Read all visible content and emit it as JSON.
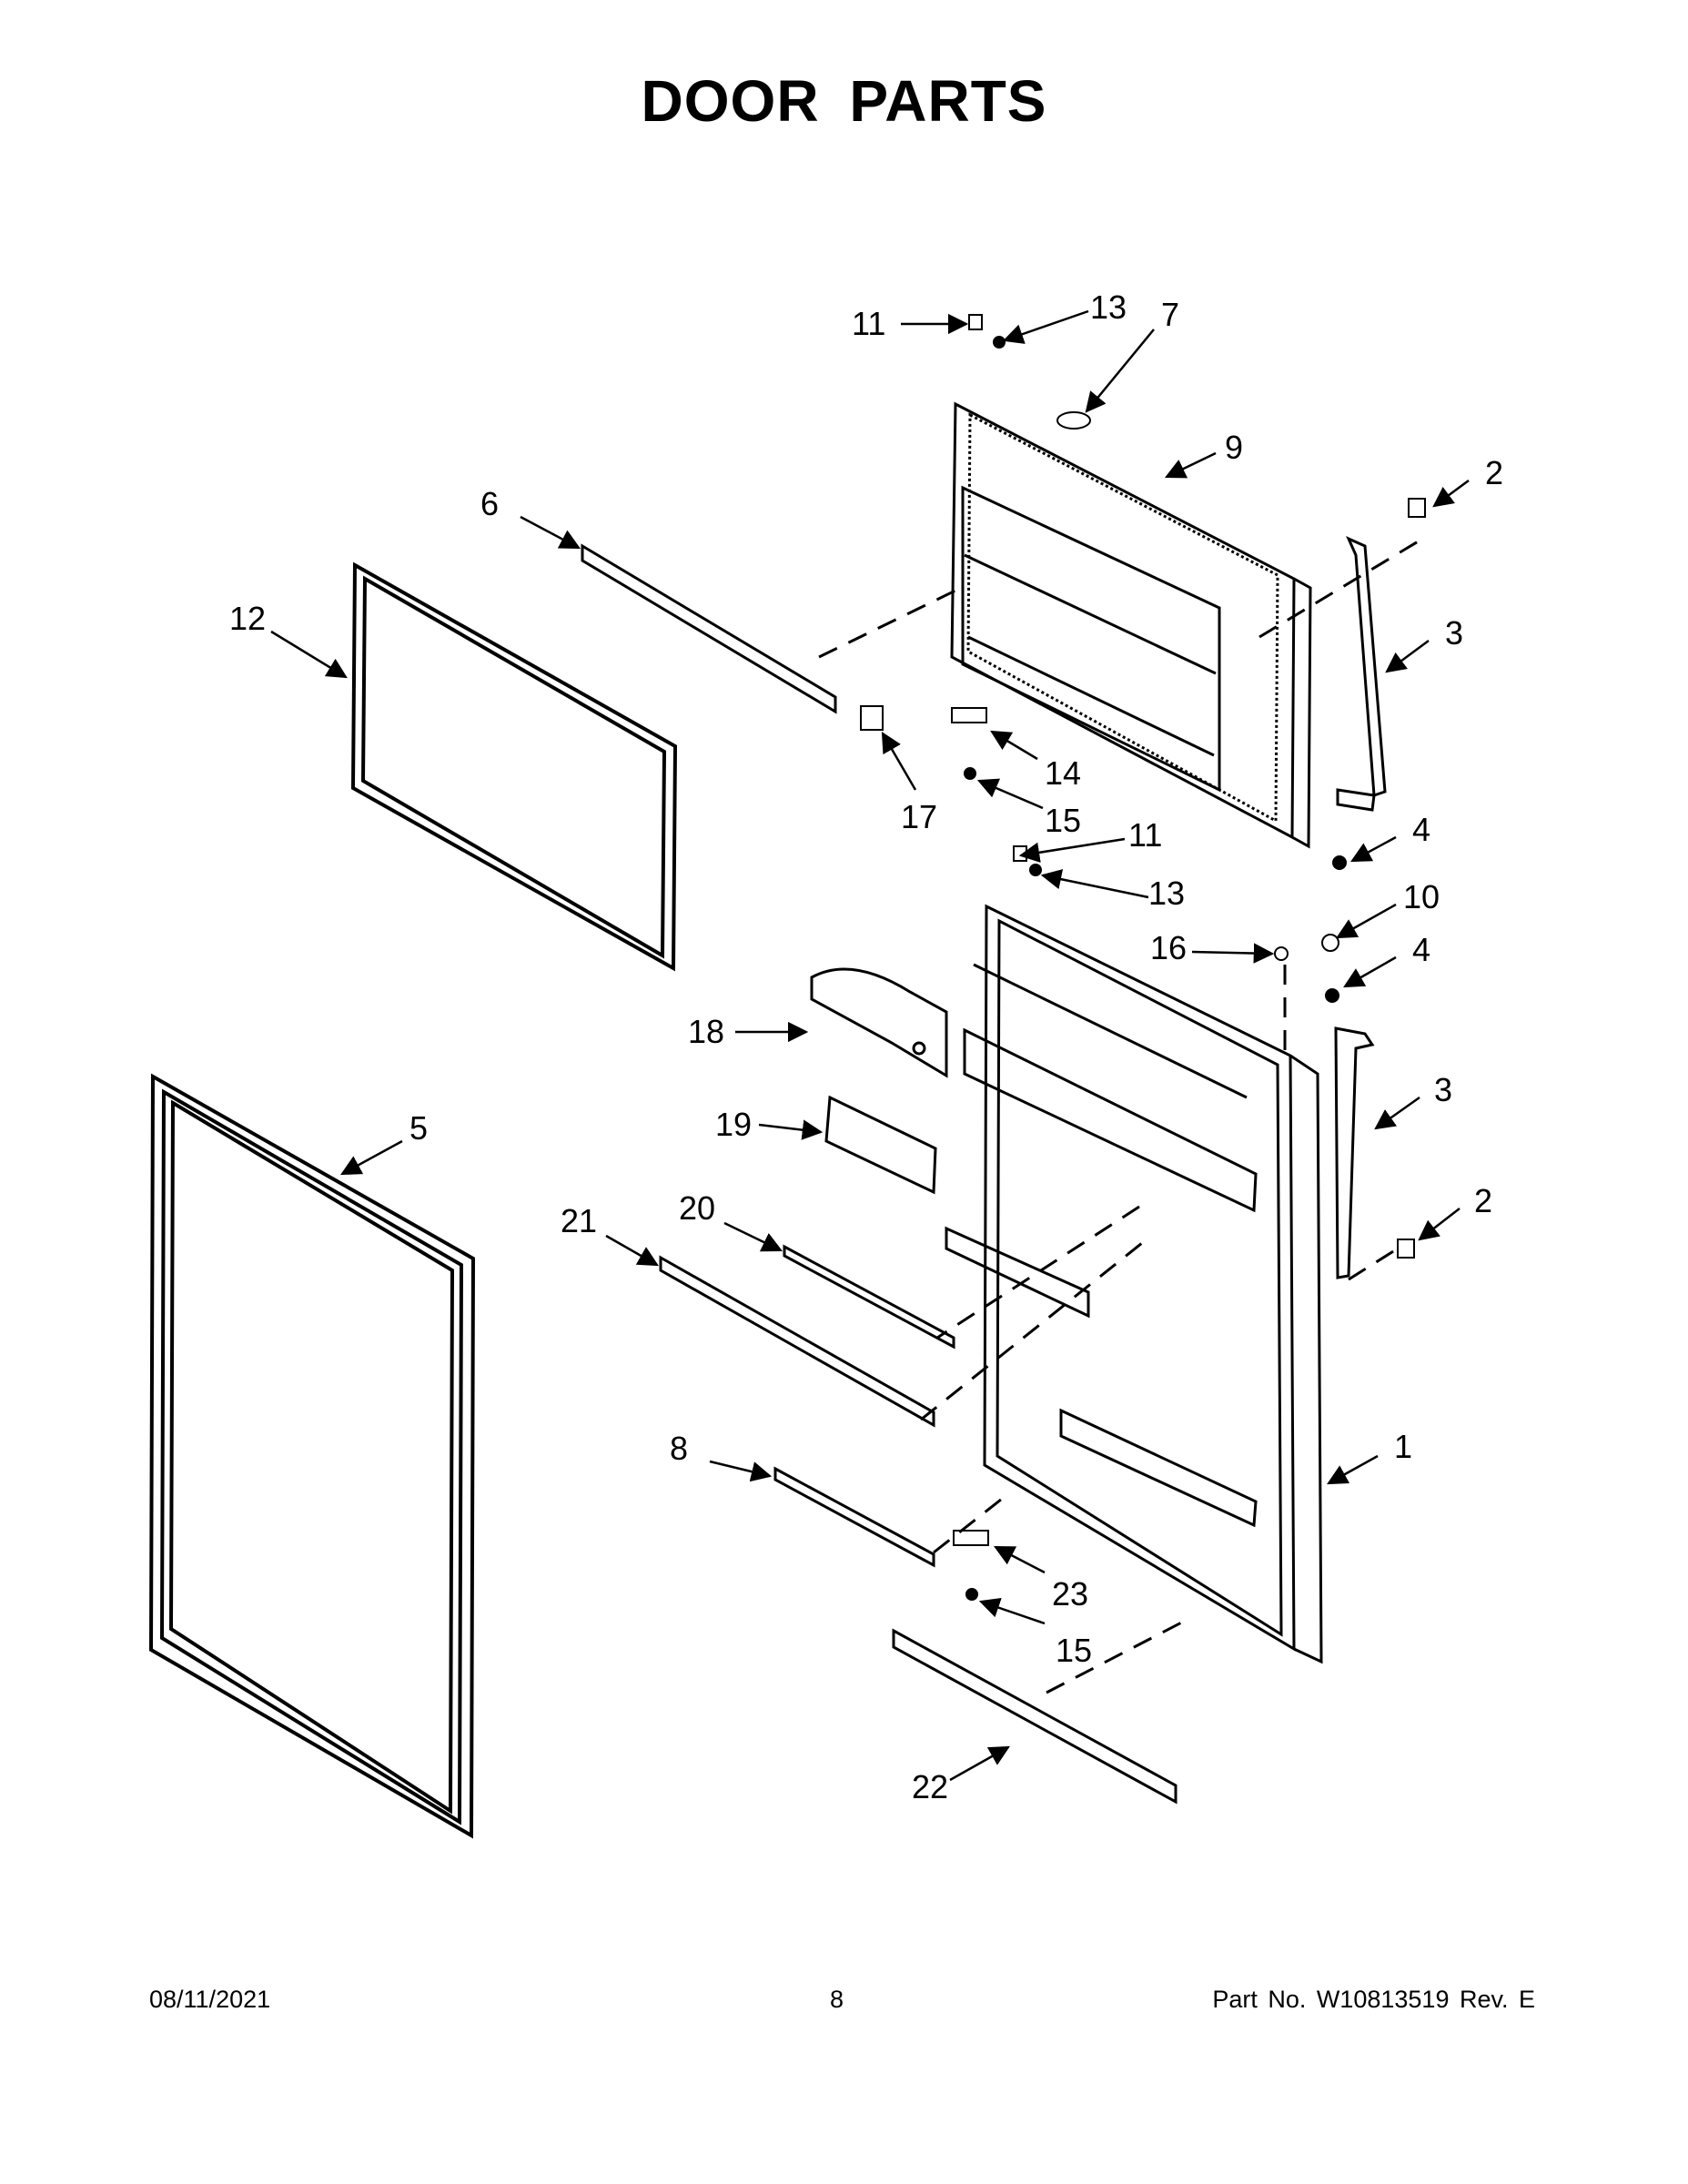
{
  "page": {
    "title": "DOOR PARTS",
    "footer": {
      "date": "08/11/2021",
      "page_number": "8",
      "part_info": "Part No.  W10813519  Rev.  E"
    }
  },
  "callouts": [
    "1",
    "2",
    "2",
    "3",
    "3",
    "4",
    "4",
    "5",
    "6",
    "7",
    "8",
    "9",
    "10",
    "11",
    "11",
    "12",
    "13",
    "13",
    "14",
    "15",
    "15",
    "16",
    "17",
    "18",
    "19",
    "20",
    "21",
    "22",
    "23"
  ]
}
